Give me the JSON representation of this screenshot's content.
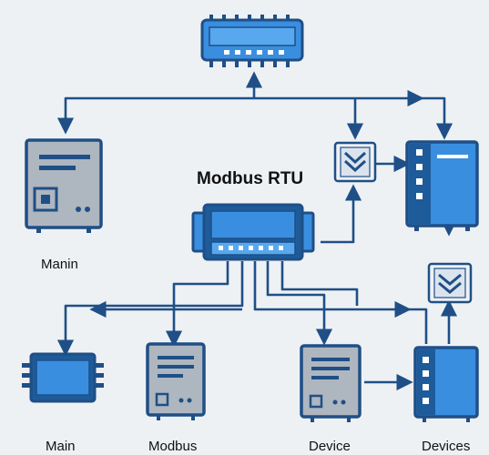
{
  "diagram": {
    "title": "Modbus RTU",
    "labels": {
      "manin": "Manin",
      "main": "Main",
      "modbus": "Modbus",
      "device": "Device",
      "devices": "Devices"
    },
    "colors": {
      "line": "#1f4f86",
      "blue_fill": "#3a8ee0",
      "light_blue": "#57a8ee",
      "dark_blue": "#1d5b9a",
      "gray_fill": "#aeb6bf",
      "background": "#eef1f4"
    },
    "nodes": [
      {
        "name": "top-gateway",
        "icon": "network-switch-icon"
      },
      {
        "name": "manin-controller",
        "icon": "control-panel-icon"
      },
      {
        "name": "modbus-rtu-hub",
        "icon": "network-switch-icon"
      },
      {
        "name": "filter-top",
        "icon": "chevron-down-icon"
      },
      {
        "name": "server-rack",
        "icon": "server-rack-icon"
      },
      {
        "name": "filter-bottom",
        "icon": "chevron-down-icon"
      },
      {
        "name": "main-module",
        "icon": "circuit-module-icon"
      },
      {
        "name": "modbus-device",
        "icon": "server-tower-icon"
      },
      {
        "name": "device",
        "icon": "server-tower-icon"
      },
      {
        "name": "devices-rack",
        "icon": "server-rack-icon"
      }
    ]
  }
}
